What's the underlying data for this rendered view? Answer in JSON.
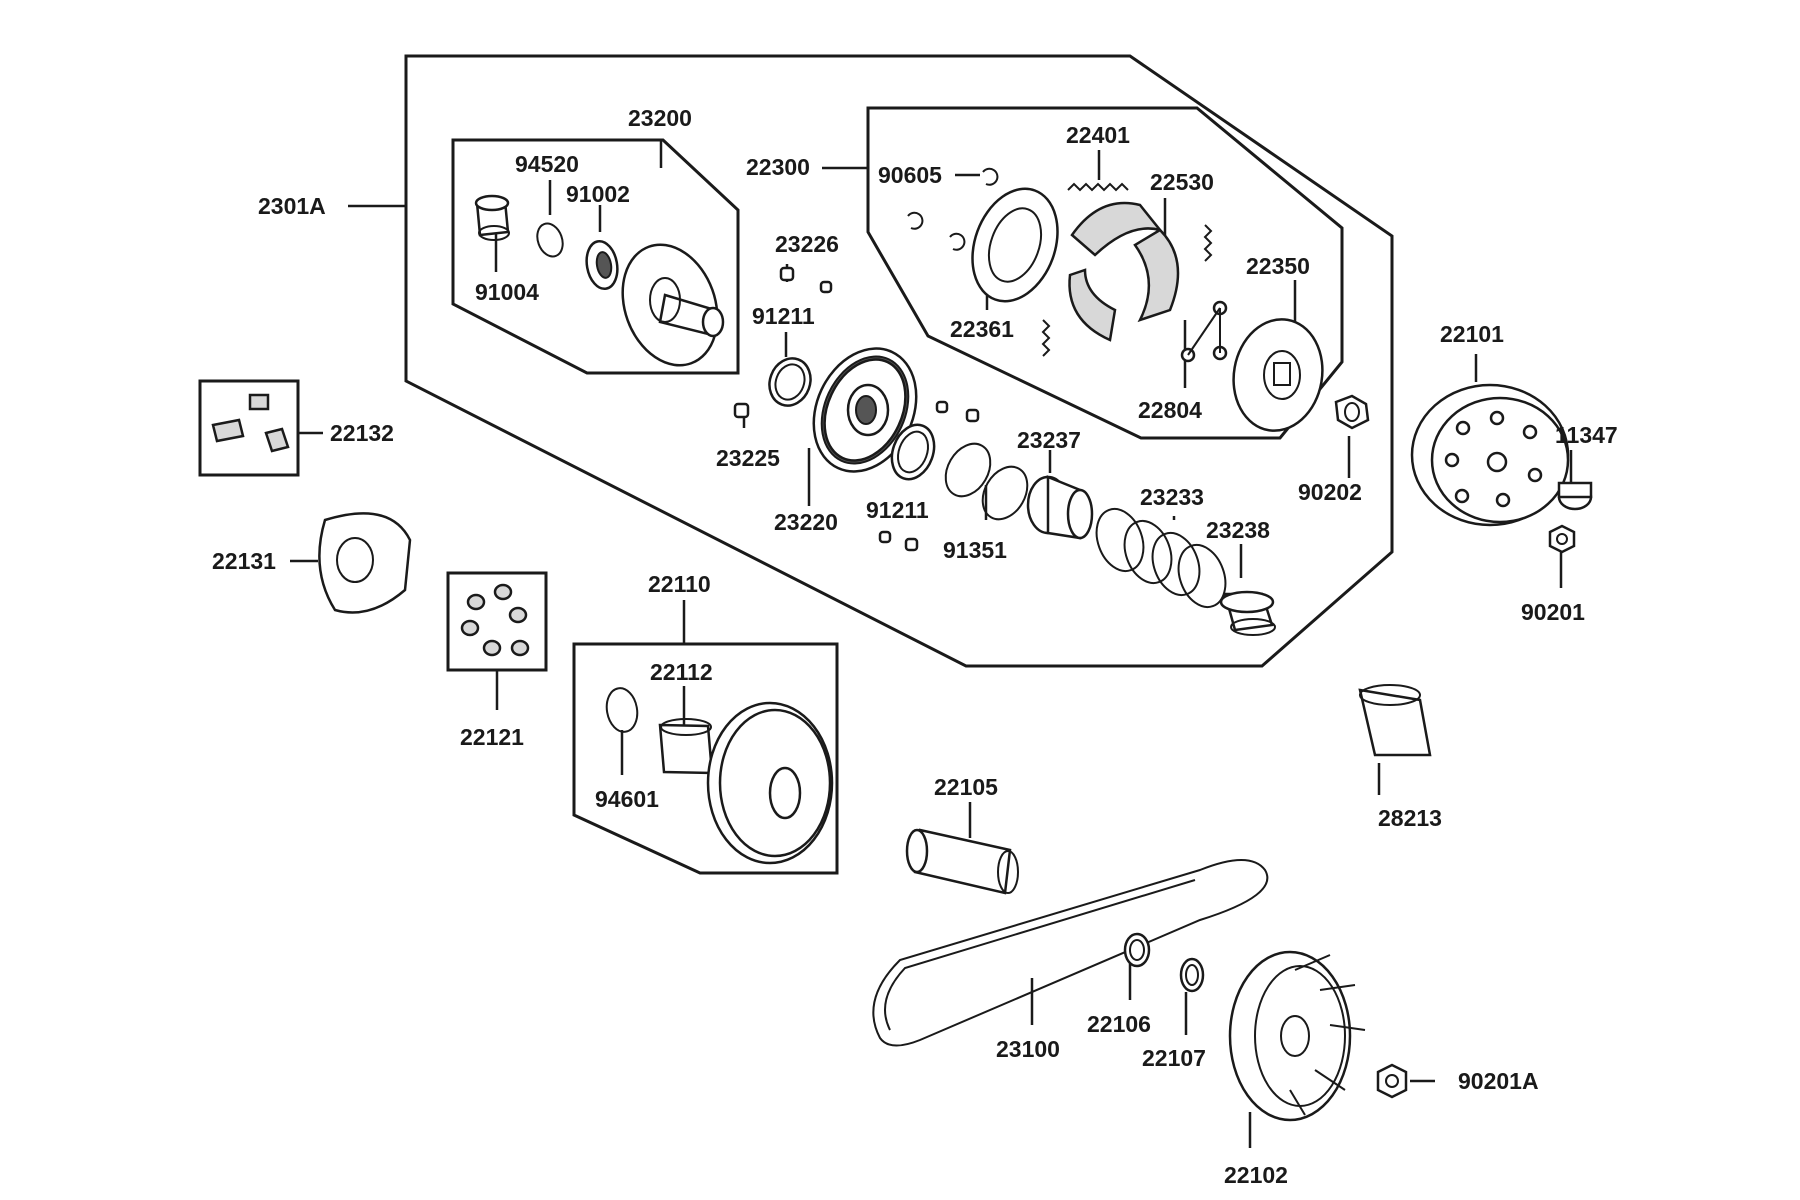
{
  "diagram": {
    "labels": {
      "l2301A": "2301A",
      "l23200": "23200",
      "l94520": "94520",
      "l91002": "91002",
      "l91004": "91004",
      "l22300": "22300",
      "l90605": "90605",
      "l22401": "22401",
      "l22530": "22530",
      "l22350": "22350",
      "l22361": "22361",
      "l22804": "22804",
      "l23226": "23226",
      "l91211a": "91211",
      "l23225": "23225",
      "l23220": "23220",
      "l91211b": "91211",
      "l91351": "91351",
      "l23237": "23237",
      "l23233": "23233",
      "l23238": "23238",
      "l90202": "90202",
      "l22101": "22101",
      "l11347": "11347",
      "l90201": "90201",
      "l22132": "22132",
      "l22131": "22131",
      "l22121": "22121",
      "l22110": "22110",
      "l22112": "22112",
      "l94601": "94601",
      "l22105": "22105",
      "l28213": "28213",
      "l23100": "23100",
      "l22106": "22106",
      "l22107": "22107",
      "l22102": "22102",
      "l90201A": "90201A"
    }
  }
}
